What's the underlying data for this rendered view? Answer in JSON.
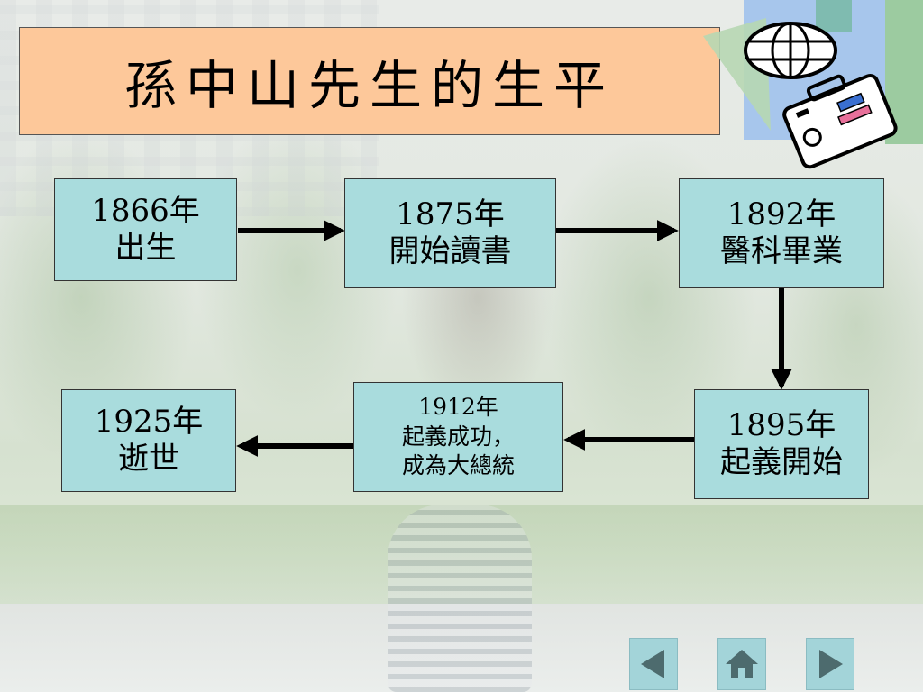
{
  "title": "孫中山先生的生平",
  "nodes": [
    {
      "year": "1866年",
      "event": "出生"
    },
    {
      "year": "1875年",
      "event": "開始讀書"
    },
    {
      "year": "1892年",
      "event": "醫科畢業"
    },
    {
      "year": "1895年",
      "event": "起義開始"
    },
    {
      "year": "1912年",
      "event_line1": "起義成功，",
      "event_line2": "成為大總統"
    },
    {
      "year": "1925年",
      "event": "逝世"
    }
  ],
  "colors": {
    "title_bg": "#fdc89a",
    "node_bg": "#a9dcdd",
    "arrow": "#000000",
    "nav_bg": "#a3d4d9",
    "nav_icon": "#4d6b6e"
  },
  "nav": {
    "prev_icon": "triangle-left-icon",
    "home_icon": "home-icon",
    "next_icon": "triangle-right-icon"
  }
}
